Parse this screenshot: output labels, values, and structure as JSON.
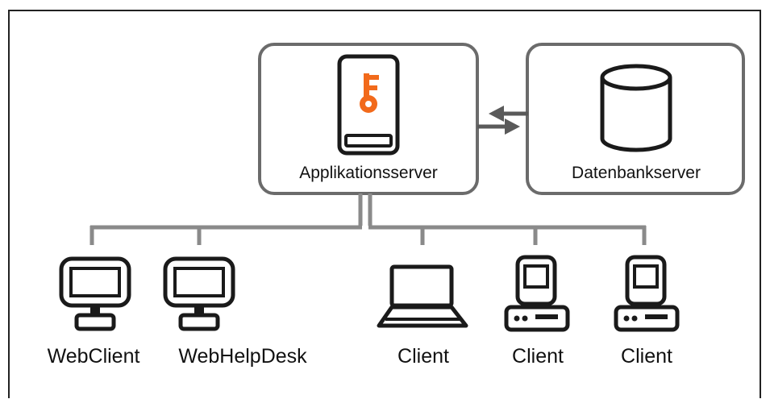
{
  "servers": {
    "app": {
      "label": "Applikationsserver",
      "icon": "key-server-icon",
      "accent": "#f26a1b"
    },
    "db": {
      "label": "Datenbankserver",
      "icon": "database-icon"
    }
  },
  "clients": [
    {
      "label": "WebClient",
      "icon": "monitor-icon"
    },
    {
      "label": "WebHelpDesk",
      "icon": "monitor-icon"
    },
    {
      "label": "Client",
      "icon": "laptop-icon"
    },
    {
      "label": "Client",
      "icon": "desktop-pc-icon"
    },
    {
      "label": "Client",
      "icon": "desktop-pc-icon"
    }
  ],
  "colors": {
    "box_border": "#6b6b6b",
    "connector": "#8a8a8a",
    "icon_stroke": "#1a1a1a",
    "frame": "#222222"
  }
}
